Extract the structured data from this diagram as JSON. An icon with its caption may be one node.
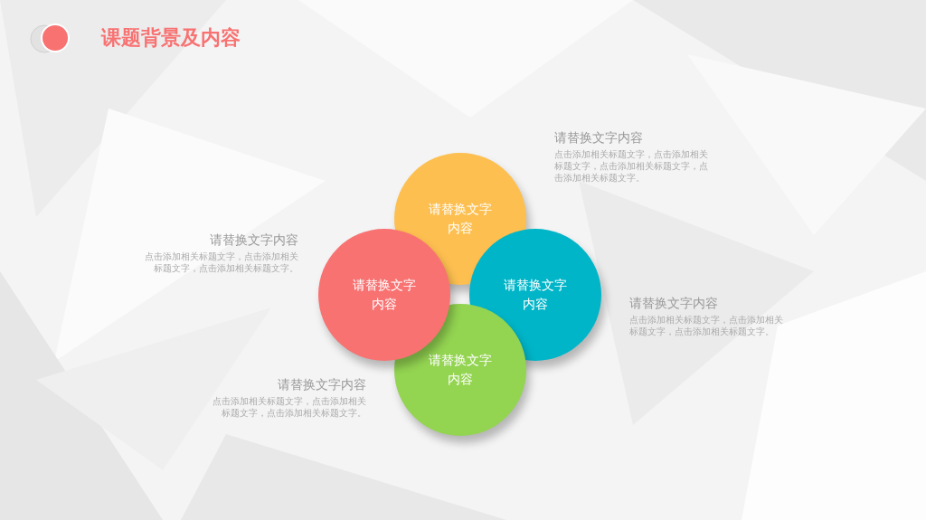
{
  "diagram": {
    "title": "课题背景及内容",
    "nodes": [
      {
        "text": [
          "请替换文字内容"
        ]
      },
      {
        "text": [
          "请替换文字内容"
        ]
      },
      {
        "text": [
          "请替换文字内容"
        ]
      },
      {
        "text": [
          "请替换文字内容"
        ]
      }
    ],
    "labels": [
      "请替换文字内容",
      "点击添加相关标题文字，点击添加相关标题文字，点击添加相关标题文字，点击添加相关标题文字。",
      "请替换文字内容",
      "点击添加相关标题文字，点击添加相关标题文字，点击添加相关标题文字。",
      "请替换文字内容",
      "点击添加相关标题文字，点击添加相关标题文字，点击添加相关标题文字。",
      "请替换文字内容",
      "点击添加相关标题文字，点击添加相关标题文字，点击添加相关标题文字。"
    ]
  }
}
